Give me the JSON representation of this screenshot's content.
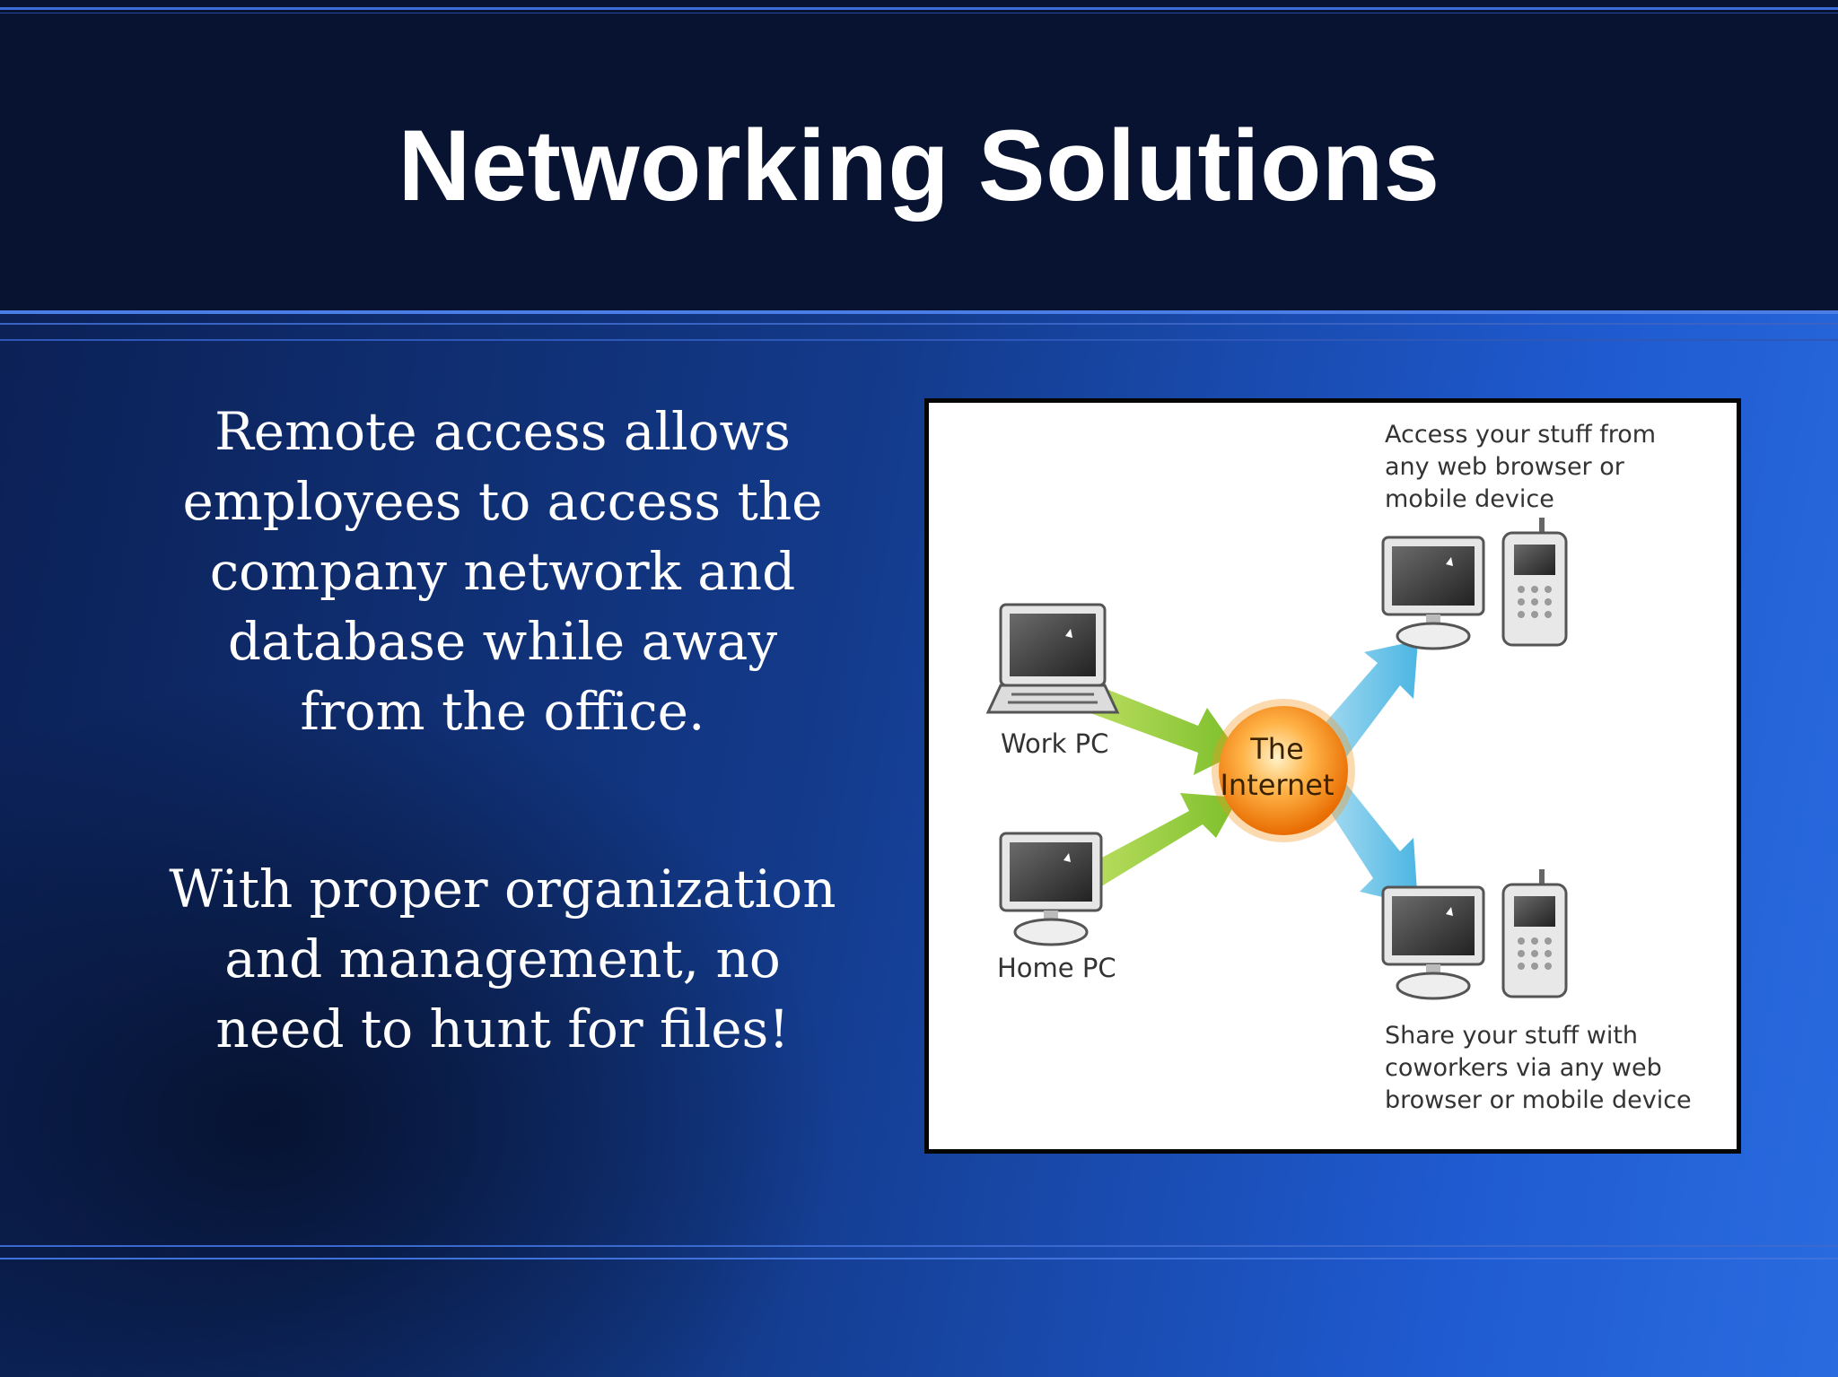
{
  "slide": {
    "title": "Networking Solutions",
    "paragraph1": [
      "Remote access allows",
      "employees to access the",
      "company network and",
      "database while away",
      "from the office."
    ],
    "paragraph2": [
      "With proper organization",
      "and management, no",
      "need to hunt for files!"
    ]
  },
  "diagram": {
    "access_caption": [
      "Access your stuff from",
      "any web browser or",
      "mobile device"
    ],
    "share_caption": [
      "Share your stuff with",
      "coworkers via any web",
      "browser or mobile device"
    ],
    "work_label": "Work PC",
    "home_label": "Home PC",
    "hub_label": [
      "The",
      "Internet"
    ],
    "icons": [
      "laptop-icon",
      "desktop-icon",
      "monitor-icon",
      "mobile-phone-icon"
    ]
  },
  "colors": {
    "title_band": "#071330",
    "background_dark": "#0b1f52",
    "background_light": "#2a6be0",
    "arrow_in": "#8cc63f",
    "arrow_out": "#5bc0e8",
    "hub": "#f7941d"
  }
}
